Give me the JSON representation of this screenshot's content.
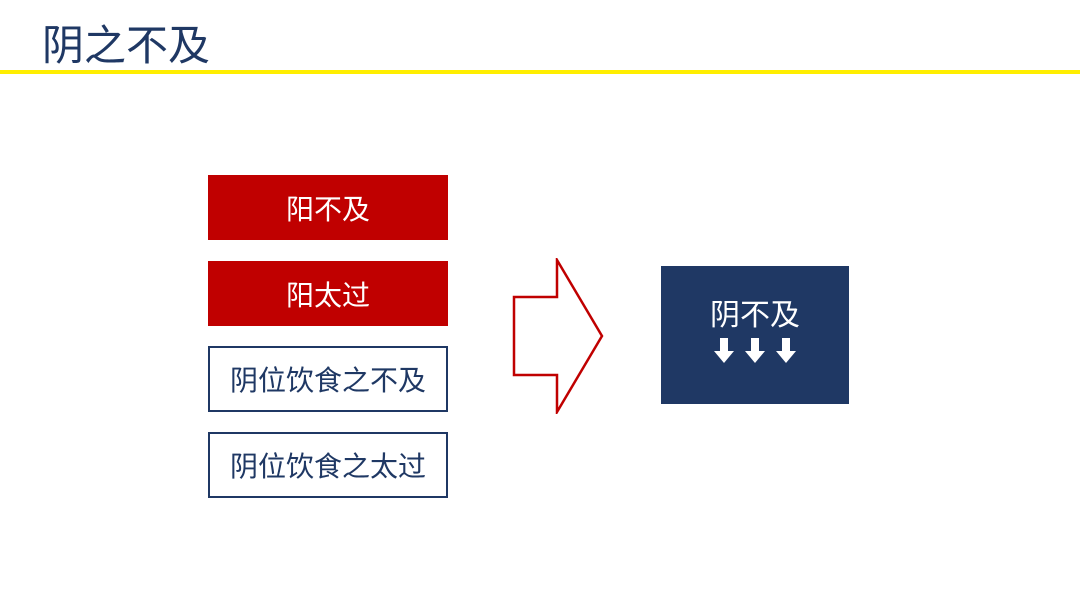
{
  "title": "阴之不及",
  "causes": [
    {
      "label": "阳不及",
      "style": "filled"
    },
    {
      "label": "阳太过",
      "style": "filled"
    },
    {
      "label": "阴位饮食之不及",
      "style": "outlined"
    },
    {
      "label": "阴位饮食之太过",
      "style": "outlined"
    }
  ],
  "result": {
    "label": "阴不及",
    "indicator": "down-arrow-icon",
    "indicator_count": 3
  },
  "colors": {
    "title": "#1f3864",
    "rule": "#ffee00",
    "filled_box": "#c00000",
    "outline_and_result": "#1f3864",
    "arrow_outline": "#c00000"
  }
}
